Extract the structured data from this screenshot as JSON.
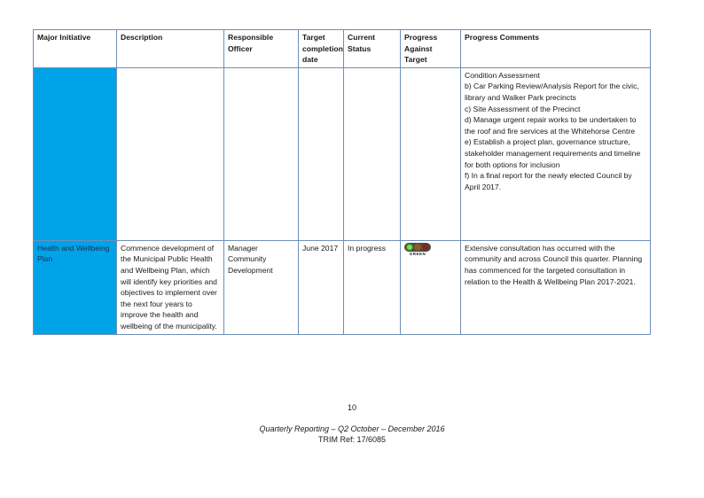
{
  "table": {
    "headers": [
      "Major Initiative",
      "Description",
      "Responsible Officer",
      "Target completion date",
      "Current Status",
      "Progress Against Target",
      "Progress Comments"
    ],
    "continuation_row": {
      "initiative": "",
      "description": "",
      "officer": "",
      "target_date": "",
      "status": "",
      "progress": "",
      "comments": [
        "Condition Assessment",
        "b) Car Parking Review/Analysis Report for the civic, library and Walker Park precincts",
        "c) Site Assessment of the Precinct",
        "d) Manage urgent repair works to be undertaken to the roof and fire services at the Whitehorse Centre",
        "e) Establish a project plan, governance structure, stakeholder management requirements and timeline for both options for inclusion",
        "f) In a final report for the newly elected Council by April 2017."
      ]
    },
    "health_row": {
      "initiative": "Health and Wellbeing Plan",
      "description": "Commence development of the Municipal Public Health and Wellbeing Plan, which will identify key priorities and objectives to implement over the next four years to improve the health and wellbeing of the municipality.",
      "officer": "Manager Community Development",
      "target_date": "June 2017",
      "status": "In progress",
      "progress_label": "GREEN",
      "progress_icon": "traffic-light-green-icon",
      "comments": "Extensive consultation has occurred with the community and across Council this quarter. Planning has commenced for the targeted consultation in relation to the Health & Wellbeing Plan 2017-2021."
    },
    "colors": {
      "initiative_bg": "#00a3e8",
      "border": "#6f8fb8",
      "status_green": "#7ddf4a"
    }
  },
  "footer": {
    "page_number": "10",
    "title": "Quarterly Reporting – Q2 October – December 2016",
    "reference": "TRIM Ref: 17/6085"
  }
}
